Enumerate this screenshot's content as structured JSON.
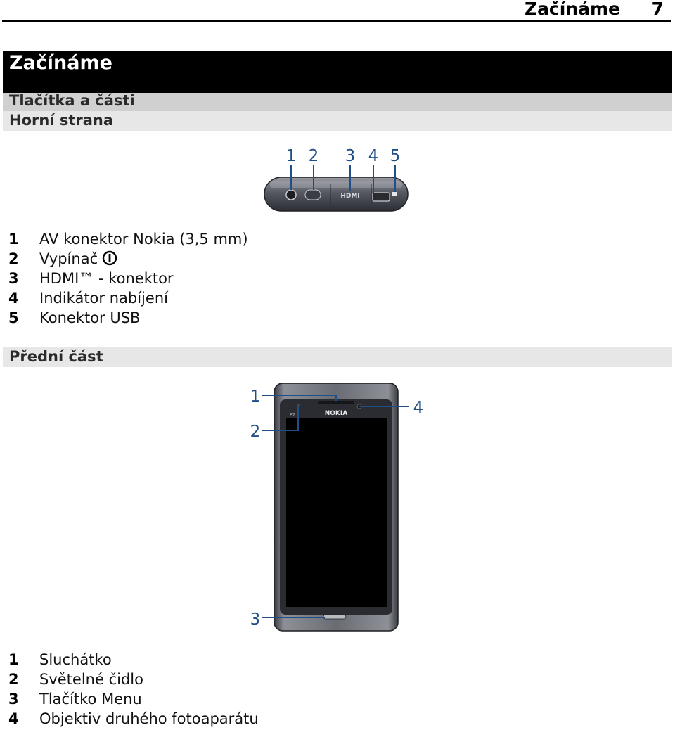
{
  "running_head": {
    "title": "Začínáme",
    "page_number": "7"
  },
  "chapter": {
    "title": "Začínáme"
  },
  "section": {
    "title": "Tlačítka a části"
  },
  "top_side": {
    "heading": "Horní strana",
    "callouts": [
      "1",
      "2",
      "3",
      "4",
      "5"
    ],
    "device_text": {
      "hdmi_mark": "HDMI"
    },
    "items": [
      {
        "num": "1",
        "label": "AV konektor Nokia (3,5 mm)"
      },
      {
        "num": "2",
        "label": "Vypínač"
      },
      {
        "num": "3",
        "label": "HDMI™ - konektor"
      },
      {
        "num": "4",
        "label": "Indikátor nabíjení"
      },
      {
        "num": "5",
        "label": "Konektor USB"
      }
    ]
  },
  "front_side": {
    "heading": "Přední část",
    "callouts": [
      "1",
      "2",
      "3",
      "4"
    ],
    "device_text": {
      "brand": "NOKIA",
      "model": "E7"
    },
    "items": [
      {
        "num": "1",
        "label": "Sluchátko"
      },
      {
        "num": "2",
        "label": "Světelné čidlo"
      },
      {
        "num": "3",
        "label": "Tlačítko Menu"
      },
      {
        "num": "4",
        "label": "Objektiv druhého fotoaparátu"
      }
    ]
  },
  "colors": {
    "callout": "#1f4f86",
    "chapter_bar": "#000000",
    "section_bar": "#d0d0d0",
    "sub_bar": "#e7e7e7"
  },
  "icons": {
    "power": "power-icon"
  }
}
